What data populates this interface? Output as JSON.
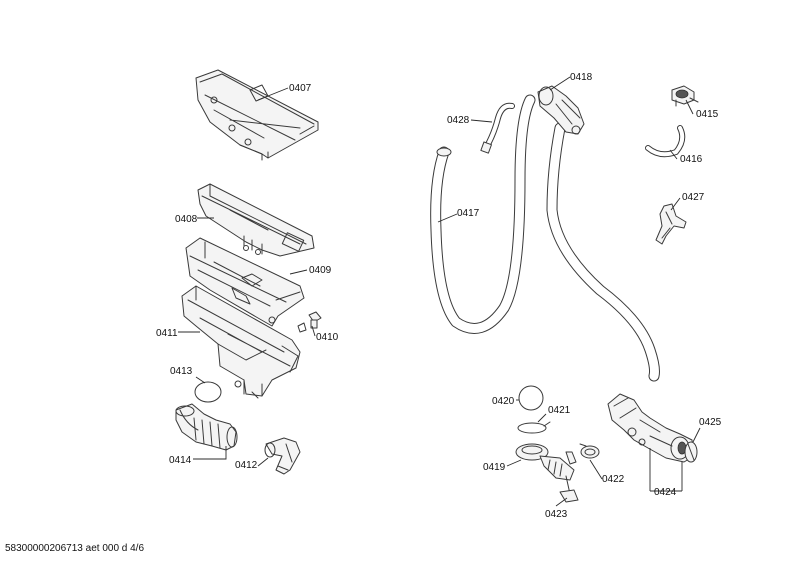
{
  "labels": {
    "p0407": "0407",
    "p0408": "0408",
    "p0409": "0409",
    "p0410": "0410",
    "p0411": "0411",
    "p0412": "0412",
    "p0413": "0413",
    "p0414": "0414",
    "p0415": "0415",
    "p0416": "0416",
    "p0417": "0417",
    "p0418": "0418",
    "p0419": "0419",
    "p0420": "0420",
    "p0421": "0421",
    "p0422": "0422",
    "p0423": "0423",
    "p0424": "0424",
    "p0425": "0425",
    "p0427": "0427",
    "p0428": "0428"
  },
  "footer": "58300000206713 aet 000 d 4/6"
}
